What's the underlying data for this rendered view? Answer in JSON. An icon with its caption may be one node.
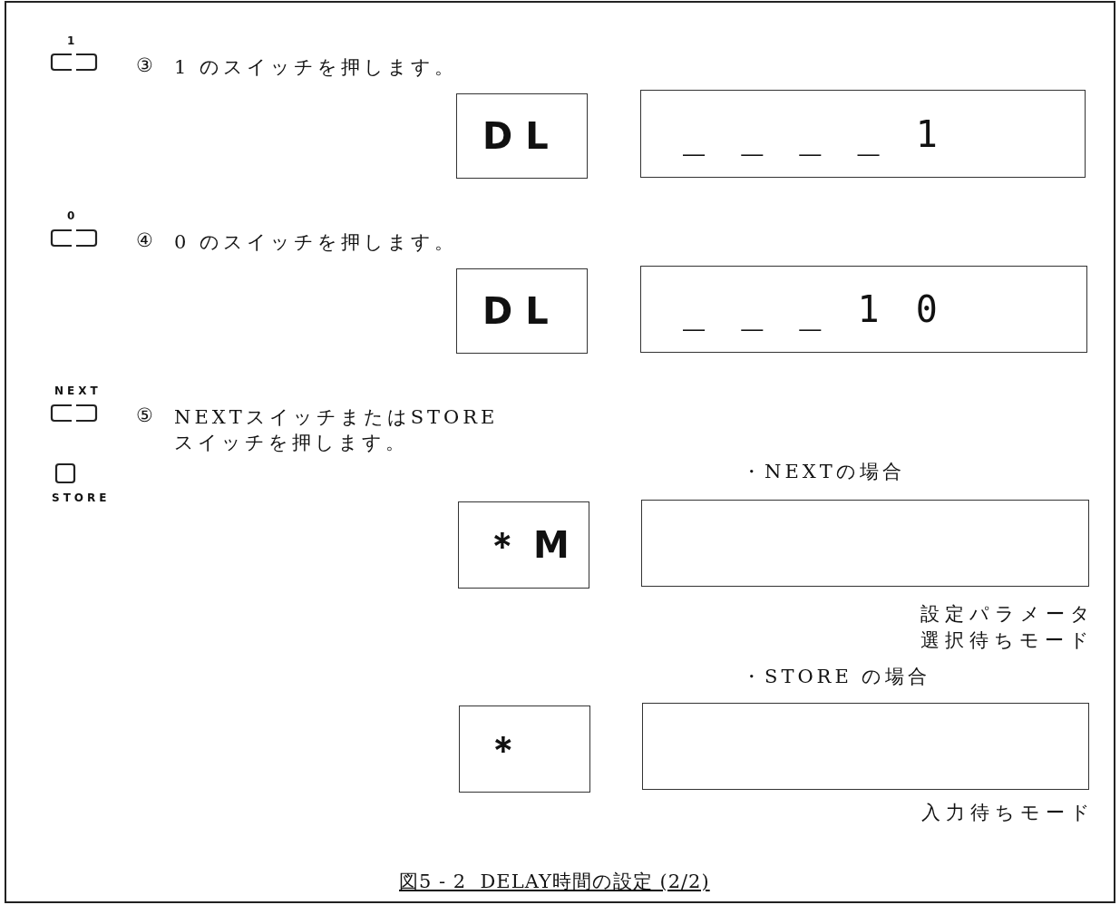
{
  "diagram": {
    "caption": "図5 - 2  DELAY時間の設定 (2/2)",
    "nodes": [
      {
        "text": [
          "D L"
        ]
      },
      {
        "text": [
          "_ _ _ _ 1"
        ]
      },
      {
        "text": [
          "D L"
        ]
      },
      {
        "text": [
          "_ _ _ 1 0"
        ]
      },
      {
        "text": [
          "＊ M"
        ]
      },
      {
        "text": [],
        "shape": "box",
        "beside": [
          "設定パラメータ選択待ちモード"
        ]
      },
      {
        "text": [
          "＊"
        ]
      },
      {
        "text": [],
        "shape": "box",
        "beside": [
          "入力待ちモード"
        ]
      }
    ],
    "labels": [
      "1",
      "③",
      "1 のスイッチを押します。",
      "0",
      "④",
      "0 のスイッチを押します。",
      "NEXT",
      "⑤",
      "NEXTスイッチまたはSTOREスイッチを押します。",
      "STORE",
      "・NEXTの場合",
      "・STORE の場合"
    ]
  }
}
